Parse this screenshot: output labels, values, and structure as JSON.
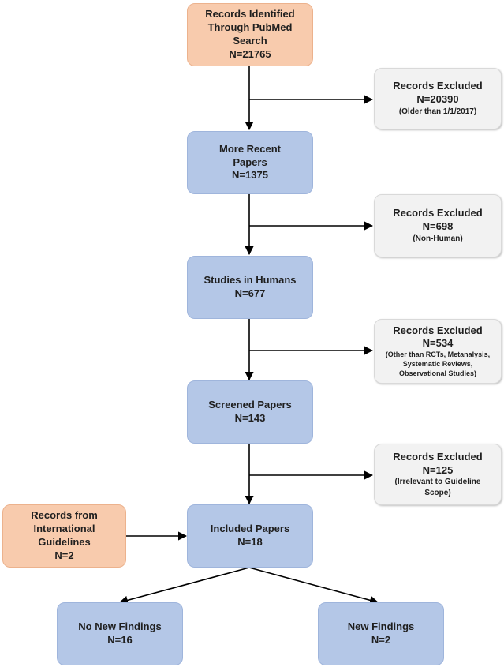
{
  "nodes": {
    "identified": {
      "lines": [
        "Records Identified",
        "Through PubMed",
        "Search",
        "N=21765"
      ],
      "color": "#f8cbad"
    },
    "recent": {
      "lines": [
        "More Recent",
        "Papers",
        "N=1375"
      ],
      "color": "#b4c7e7"
    },
    "humans": {
      "lines": [
        "Studies in Humans",
        "N=677"
      ],
      "color": "#b4c7e7"
    },
    "screened": {
      "lines": [
        "Screened Papers",
        "N=143"
      ],
      "color": "#b4c7e7"
    },
    "included": {
      "lines": [
        "Included Papers",
        "N=18"
      ],
      "color": "#b4c7e7"
    },
    "international": {
      "lines": [
        "Records from",
        "International",
        "Guidelines",
        "N=2"
      ],
      "color": "#f8cbad"
    },
    "no_new": {
      "lines": [
        "No New Findings",
        "N=16"
      ],
      "color": "#b4c7e7"
    },
    "new": {
      "lines": [
        "New Findings",
        "N=2"
      ],
      "color": "#b4c7e7"
    }
  },
  "exclusions": [
    {
      "title": "Records Excluded",
      "count": "N=20390",
      "note": [
        "(Older than 1/1/2017)"
      ]
    },
    {
      "title": "Records Excluded",
      "count": "N=698",
      "note": [
        "(Non-Human)"
      ]
    },
    {
      "title": "Records Excluded",
      "count": "N=534",
      "note": [
        "(Other than RCTs, Metanalysis,",
        "Systematic Reviews,",
        "Observational Studies)"
      ]
    },
    {
      "title": "Records Excluded",
      "count": "N=125",
      "note": [
        "(Irrelevant to Guideline",
        "Scope)"
      ]
    }
  ]
}
